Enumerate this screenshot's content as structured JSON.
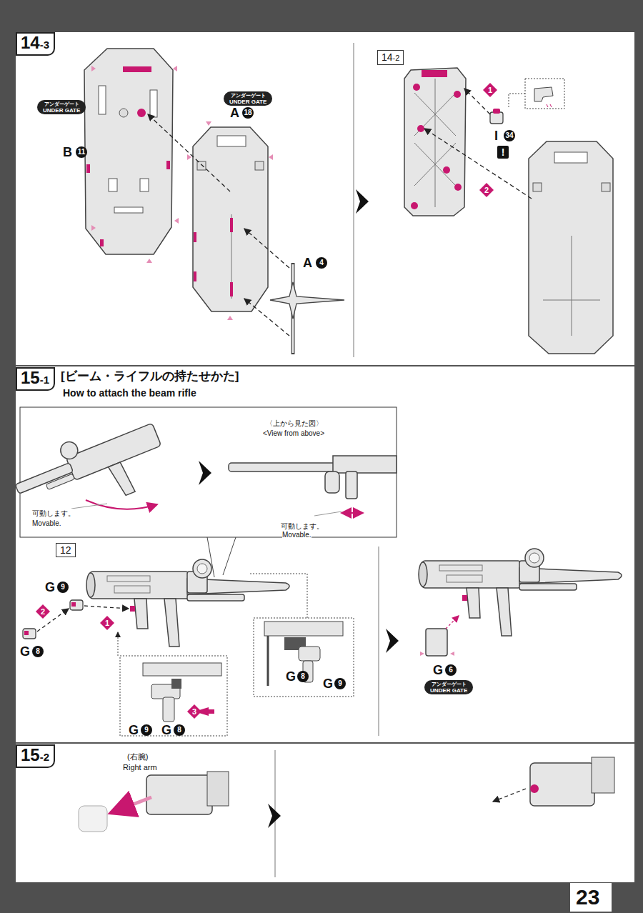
{
  "diagram": {
    "nodes": [
      {
        "text": [
          "14",
          "-3"
        ]
      },
      {
        "text": [
          "アンダーゲート",
          "UNDER GATE"
        ]
      },
      {
        "text": [
          "アンダーゲート",
          "UNDER GATE"
        ]
      },
      {
        "text": [
          "14",
          "-2"
        ]
      },
      {
        "text": [
          "15",
          "-1"
        ]
      },
      {
        "text": [
          "12"
        ]
      },
      {
        "text": [
          "アンダーゲート",
          "UNDER GATE"
        ]
      },
      {
        "text": [
          "15",
          "-2"
        ]
      },
      {
        "text": [
          "23"
        ]
      }
    ],
    "labels": [
      "B",
      "11",
      "A",
      "18",
      "A",
      "4",
      "1",
      "I",
      "34",
      "!",
      "2",
      "[ビーム・ライフルの持たせかた]",
      "How to attach the beam rifle",
      "可動します。",
      "Movable.",
      "〈上から見た図〉",
      "<View from above>",
      "可動します。",
      "Movable.",
      "G",
      "9",
      "2",
      "1",
      "G",
      "8",
      "G",
      "8",
      "G",
      "9",
      "G",
      "9",
      "G",
      "8",
      "3",
      "G",
      "6",
      "(右腕)",
      "Right arm"
    ]
  }
}
